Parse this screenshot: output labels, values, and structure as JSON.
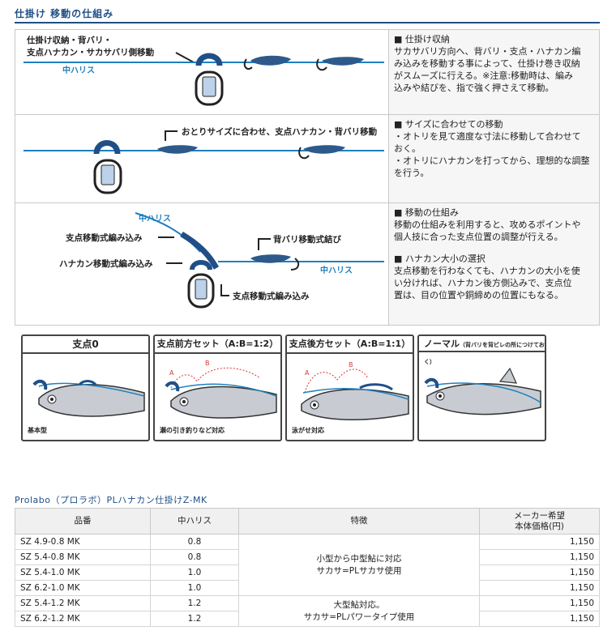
{
  "page_title": "仕掛け 移動の仕組み",
  "mechanism": [
    {
      "fig_labels": [
        "仕掛け収納・背バリ・",
        "支点ハナカン・サカサバリ側移動"
      ],
      "line_label": "中ハリス",
      "heading": "■ 仕掛け収納",
      "lines": [
        "サカサバリ方向へ、背バリ・支点・ハナカン編",
        "み込みを移動する事によって、仕掛け巻き収納",
        "がスムーズに行える。※注意:移動時は、編み",
        "込みや結びを、指で強く押さえて移動。"
      ]
    },
    {
      "fig_labels": [
        "おとりサイズに合わせ、支点ハナカン・背バリ移動"
      ],
      "heading": "■ サイズに合わせての移動",
      "lines": [
        "・オトリを見て適度な寸法に移動して合わせて",
        "おく。",
        "・オトリにハナカンを打ってから、理想的な調整",
        "を行う。"
      ]
    },
    {
      "fig_labels": [
        "中ハリス",
        "支点移動式編み込み",
        "ハナカン移動式編み込み",
        "背バリ移動式結び",
        "中ハリス",
        "支点移動式編み込み"
      ],
      "heading": "■ 移動の仕組み",
      "lines": [
        "移動の仕組みを利用すると、攻めるポイントや",
        "個人技に合った支点位置の調整が行える。"
      ],
      "heading2": "■ ハナカン大小の選択",
      "lines2": [
        "支点移動を行わなくても、ハナカンの大小を使",
        "い分ければ、ハナカン後方側込みで、支点位",
        "置は、目の位置や銅締めの位置にもなる。"
      ]
    }
  ],
  "panels": [
    {
      "title": "支点0",
      "caption": "基本型"
    },
    {
      "title": "支点前方セット（A:B=1:2）",
      "caption": "瀬の引き釣りなど対応",
      "a": "A",
      "b": "B"
    },
    {
      "title": "支点後方セット（A:B=1:1）",
      "caption": "泳がせ対応",
      "a": "A",
      "b": "B"
    },
    {
      "title": "ノーマル",
      "title_note": "（背バリを背ビレの所につけておく）",
      "caption": ""
    }
  ],
  "product_title": "Prolabo（プロラボ）PLハナカン仕掛けZ-MK",
  "table": {
    "headers": [
      "品番",
      "中ハリス",
      "特徴",
      "メーカー希望\n本体価格(円)"
    ],
    "rows": [
      {
        "code": "SZ 4.9-0.8 MK",
        "harisu": "0.8",
        "price": "1,150"
      },
      {
        "code": "SZ 5.4-0.8 MK",
        "harisu": "0.8",
        "price": "1,150"
      },
      {
        "code": "SZ 5.4-1.0 MK",
        "harisu": "1.0",
        "price": "1,150"
      },
      {
        "code": "SZ 6.2-1.0 MK",
        "harisu": "1.0",
        "price": "1,150"
      },
      {
        "code": "SZ 5.4-1.2 MK",
        "harisu": "1.2",
        "price": "1,150"
      },
      {
        "code": "SZ 6.2-1.2 MK",
        "harisu": "1.2",
        "price": "1,150"
      }
    ],
    "features": [
      {
        "line1": "小型から中型鮎に対応",
        "line2": "サカサ=PLサカサ使用"
      },
      {
        "line1": "大型鮎対応。",
        "line2": "サカサ=PLパワータイプ使用"
      }
    ]
  },
  "colors": {
    "accent": "#1f4f86",
    "line": "#1f7fbf"
  }
}
